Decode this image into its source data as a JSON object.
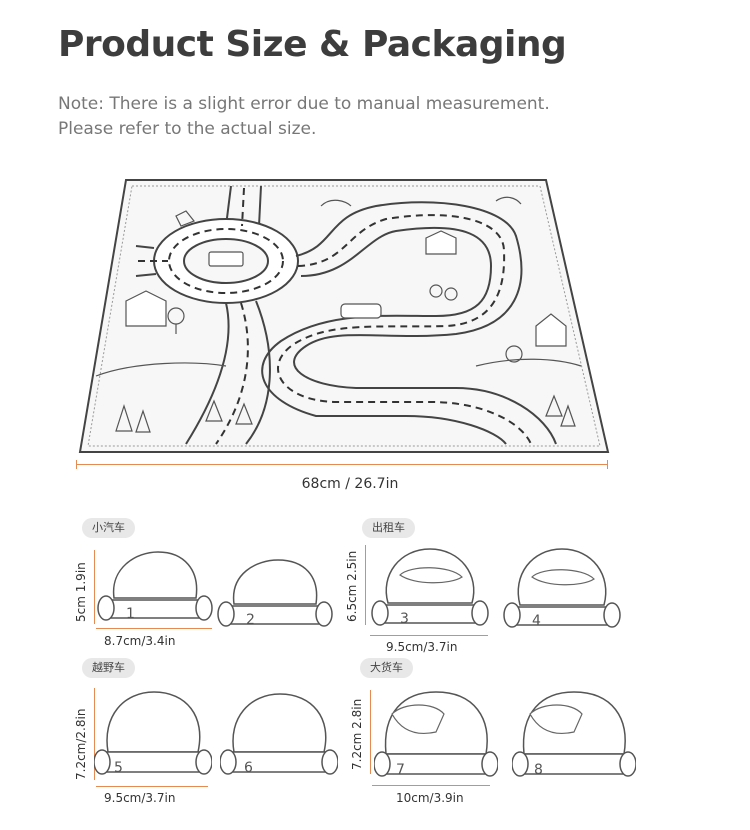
{
  "header": {
    "title": "Product Size & Packaging",
    "note_line1": "Note: There is a slight error due to manual measurement.",
    "note_line2": "Please refer to the actual size."
  },
  "mat": {
    "width_label": "68cm / 26.7in"
  },
  "groups": [
    {
      "tag": "小汽车",
      "height_label": "5cm 1.9in",
      "width_label": "8.7cm/3.4in",
      "numbers": [
        "1",
        "2"
      ]
    },
    {
      "tag": "出租车",
      "height_label": "6.5cm 2.5in",
      "width_label": "9.5cm/3.7in",
      "numbers": [
        "3",
        "4"
      ]
    },
    {
      "tag": "越野车",
      "height_label": "7.2cm/2.8in",
      "width_label": "9.5cm/3.7in",
      "numbers": [
        "5",
        "6"
      ]
    },
    {
      "tag": "大货车",
      "height_label": "7.2cm 2.8in",
      "width_label": "10cm/3.9in",
      "numbers": [
        "7",
        "8"
      ]
    }
  ],
  "colors": {
    "accent": "#e58a50",
    "tag_bg": "#e8e8e8",
    "title": "#3d3d3d"
  }
}
